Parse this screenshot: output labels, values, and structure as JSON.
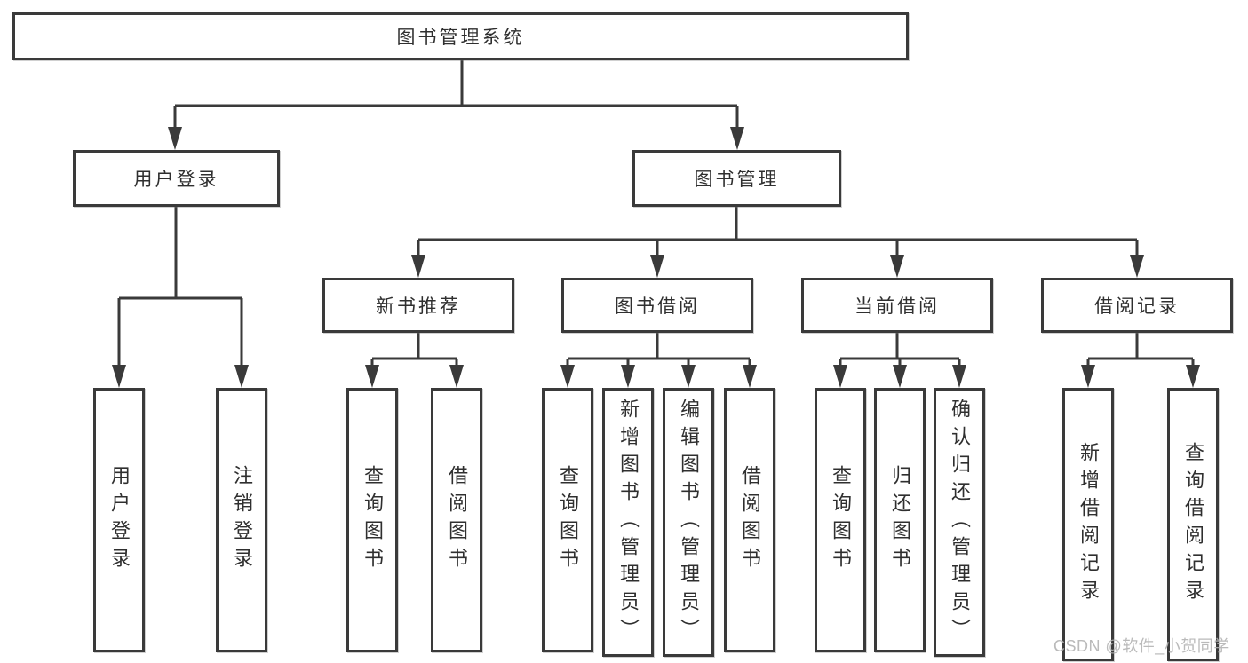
{
  "tree": {
    "label": "图书管理系统",
    "children": [
      {
        "label": "用户登录",
        "children": [
          {
            "label": "用户登录"
          },
          {
            "label": "注销登录"
          }
        ]
      },
      {
        "label": "图书管理",
        "children": [
          {
            "label": "新书推荐",
            "children": [
              {
                "label": "查询图书"
              },
              {
                "label": "借阅图书"
              }
            ]
          },
          {
            "label": "图书借阅",
            "children": [
              {
                "label": "查询图书"
              },
              {
                "label": "新增图书（管理员）"
              },
              {
                "label": "编辑图书（管理员）"
              },
              {
                "label": "借阅图书"
              }
            ]
          },
          {
            "label": "当前借阅",
            "children": [
              {
                "label": "查询图书"
              },
              {
                "label": "归还图书"
              },
              {
                "label": "确认归还（管理员）"
              }
            ]
          },
          {
            "label": "借阅记录",
            "children": [
              {
                "label": "新增借阅记录"
              },
              {
                "label": "查询借阅记录"
              }
            ]
          }
        ]
      }
    ]
  },
  "watermark": "CSDN @软件_小贺同学",
  "colors": {
    "line": "#3a3a3a",
    "text": "#2f2f2f",
    "background": "#ffffff",
    "watermark": "#b2b2b2"
  }
}
